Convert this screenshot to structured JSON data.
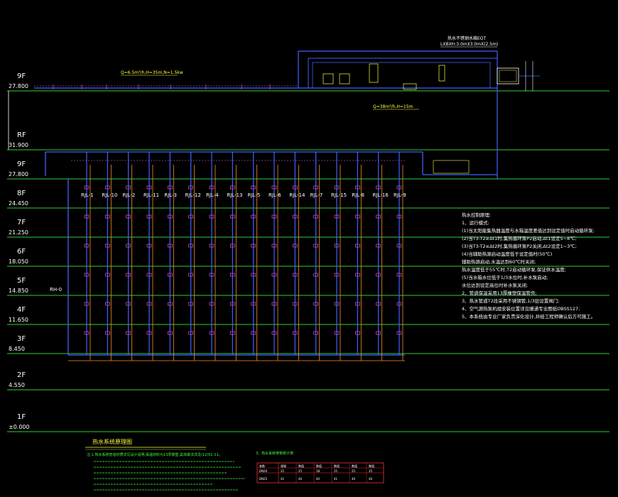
{
  "floors": [
    {
      "name": "9F",
      "elev": "27.800"
    },
    {
      "name": "RF",
      "elev": "31.900"
    },
    {
      "name": "9F",
      "elev": "27.800"
    },
    {
      "name": "8F",
      "elev": "24.450"
    },
    {
      "name": "7F",
      "elev": "21.250"
    },
    {
      "name": "6F",
      "elev": "18.050"
    },
    {
      "name": "5F",
      "elev": "14.850"
    },
    {
      "name": "4F",
      "elev": "11.650"
    },
    {
      "name": "3F",
      "elev": "8.450"
    },
    {
      "name": "2F",
      "elev": "4.550"
    },
    {
      "name": "1F",
      "elev": "±0.000"
    }
  ],
  "risers": [
    {
      "label": "RJL-1"
    },
    {
      "label": "RJL-10"
    },
    {
      "label": "RJL-2"
    },
    {
      "label": "RJL-11"
    },
    {
      "label": "RJL-3"
    },
    {
      "label": "RJL-12"
    },
    {
      "label": "RJL-4"
    },
    {
      "label": "RJL-13"
    },
    {
      "label": "RJL-5"
    },
    {
      "label": "RJL-6"
    },
    {
      "label": "RJL-14"
    },
    {
      "label": "RJL-7"
    },
    {
      "label": "RJL-15"
    },
    {
      "label": "RJL-8"
    },
    {
      "label": "RJL-16"
    },
    {
      "label": "RJL-9"
    }
  ],
  "rh_label": "RH-0",
  "tank": {
    "tag": "热水不锈钢水箱EOT",
    "dims": "LXBXH:3.0mX3.0mX(2.5m)"
  },
  "pump_note_1": "Q=6.5m³/h,H=35m,N=1.5kw",
  "pump_note_2": "Q=38m³/h,H=15m",
  "diagram_title": "热水系统原理图",
  "notes": {
    "heading": "热水控制原理:",
    "lines": [
      "1、运行模式:",
      "(1)当太阳能集热器温度与水箱温度差值达到设定值时启动循环泵;",
      "(2)当T3-T2≥Δt1时,集热循环泵P2启动,Δt1设定5~8℃;",
      "(3)当T3-T2≤Δt2时,集热循环泵P2关闭,Δt2设定1~3℃;",
      "(4)当辅助热源启动温度低于设定值时(50℃)",
      "  辅助热源启动,水温达到60℃时关闭;",
      "  热水温度低于55℃时,T2启动循环泵,保证供水温度;",
      "(5)当水箱水位低于1/3水位时,补水泵启动;",
      "  水位达到设定高位时补水泵关闭;",
      "2、管道保温采用13厚橡塑保温管壳;",
      "3、热水管道T2段采用不锈钢管,1/3层设置阀门;",
      "4、空气源热泵机组安装位置详见暖通专业图纸DBSS127;",
      "5、本系统由专业厂家负责深化设计,并经工程师确认后方可施工。"
    ]
  },
  "legend_note": "注:1.热水系统管道材质详见设计说明,保温材料为13厚橡塑,具体做法详见(12)S1-11。",
  "table_title": "3、热水系统参数统计表:",
  "table_rows": [
    [
      "参数",
      "规格",
      "数值",
      "数值",
      "数值",
      "数值",
      "数值"
    ],
    [
      "DN20",
      "25",
      "25",
      "18",
      "25",
      "25",
      "25"
    ],
    [
      "DN25",
      "41",
      "40",
      "40",
      "41",
      "40",
      "40"
    ]
  ]
}
